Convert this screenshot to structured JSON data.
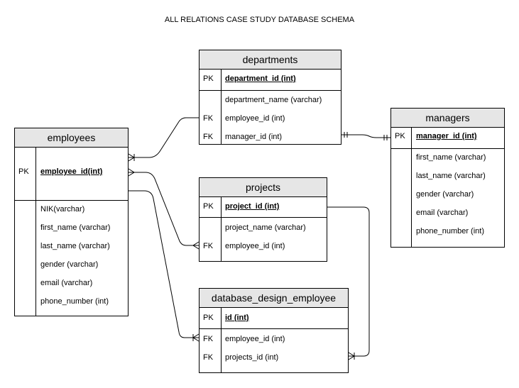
{
  "title": "ALL RELATIONS CASE STUDY DATABASE SCHEMA",
  "entities": {
    "departments": {
      "name": "departments",
      "pk_key": "PK",
      "pk": "department_id (int)",
      "fields": [
        {
          "key": "",
          "name": "department_name (varchar)"
        },
        {
          "key": "FK",
          "name": "employee_id (int)"
        },
        {
          "key": "FK",
          "name": "manager_id (int)"
        }
      ]
    },
    "managers": {
      "name": "managers",
      "pk_key": "PK",
      "pk": "manager_id (int)",
      "fields": [
        {
          "key": "",
          "name": "first_name (varchar)"
        },
        {
          "key": "",
          "name": "last_name (varchar)"
        },
        {
          "key": "",
          "name": "gender (varchar)"
        },
        {
          "key": "",
          "name": "email (varchar)"
        },
        {
          "key": "",
          "name": "phone_number (int)"
        }
      ]
    },
    "employees": {
      "name": "employees",
      "pk_key": "PK",
      "pk": "employee_id(int)",
      "fields": [
        {
          "key": "",
          "name": "NIK(varchar)"
        },
        {
          "key": "",
          "name": "first_name (varchar)"
        },
        {
          "key": "",
          "name": "last_name (varchar)"
        },
        {
          "key": "",
          "name": "gender (varchar)"
        },
        {
          "key": "",
          "name": "email (varchar)"
        },
        {
          "key": "",
          "name": "phone_number (int)"
        }
      ]
    },
    "projects": {
      "name": "projects",
      "pk_key": "PK",
      "pk": "project_id (int)",
      "fields": [
        {
          "key": "",
          "name": "project_name (varchar)"
        },
        {
          "key": "FK",
          "name": "employee_id (int)"
        }
      ]
    },
    "database_design_employee": {
      "name": "database_design_employee",
      "pk_key": "PK",
      "pk": "id (int)",
      "fields": [
        {
          "key": "FK",
          "name": "employee_id (int)"
        },
        {
          "key": "FK",
          "name": "projects_id (int)"
        }
      ]
    }
  },
  "relationships": [
    {
      "from": "departments.employee_id",
      "to": "employees.employee_id",
      "type": "one-or-many"
    },
    {
      "from": "departments.manager_id",
      "to": "managers.manager_id",
      "type": "one-to-one"
    },
    {
      "from": "projects.employee_id",
      "to": "employees.employee_id",
      "type": "many"
    },
    {
      "from": "database_design_employee.employee_id",
      "to": "employees.employee_id",
      "type": "one-or-many"
    },
    {
      "from": "database_design_employee.projects_id",
      "to": "projects.project_id",
      "type": "one-or-many"
    }
  ]
}
